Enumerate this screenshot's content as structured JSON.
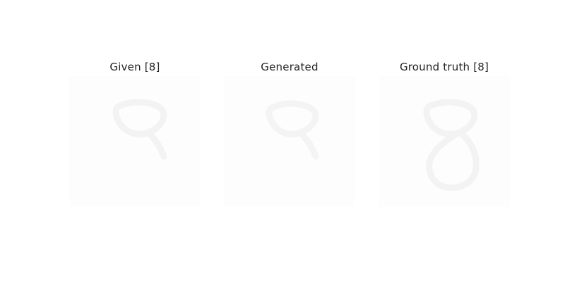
{
  "panels": [
    {
      "title": "Given  [8]",
      "digit_state": "partial-eight"
    },
    {
      "title": "Generated",
      "digit_state": "partial-eight"
    },
    {
      "title": "Ground truth  [8]",
      "digit_state": "full-eight"
    }
  ],
  "colors": {
    "background": "#ffffff",
    "panel_fill": "#fdfdfd",
    "stroke": "#f3f3f3",
    "title_text": "#222222"
  }
}
